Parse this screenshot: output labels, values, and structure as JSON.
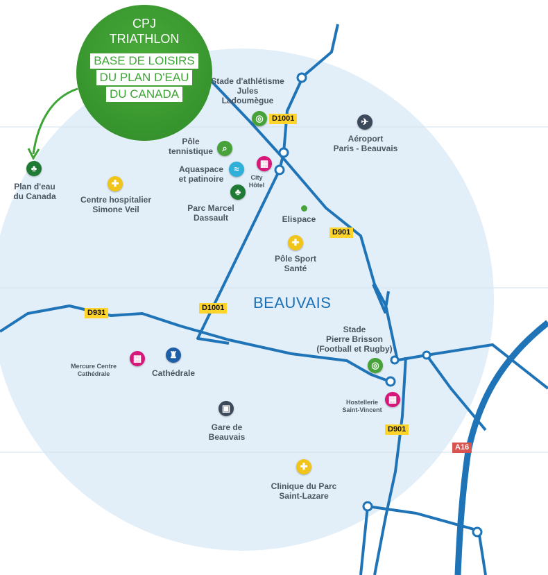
{
  "badge": {
    "line1": "CPJ",
    "line2": "TRIATHLON",
    "venue": [
      "BASE DE LOISIRS",
      "DU PLAN D'EAU",
      "DU CANADA"
    ]
  },
  "city": "BEAUVAIS",
  "roads": {
    "d1001_top": "D1001",
    "d1001_mid": "D1001",
    "d901_top": "D901",
    "d901_bottom": "D901",
    "d931": "D931",
    "a16": "A16"
  },
  "places": {
    "plan_eau": "Plan d'eau\ndu Canada",
    "stade_athle": "Stade d'athlétisme\nJules\nLadoumègue",
    "aeroport": "Aéroport\nParis - Beauvais",
    "pole_tennis": "Pôle\ntennistique",
    "aquaspace": "Aquaspace\net patinoire",
    "city_hotel": "City\nHôtel",
    "parc_marcel": "Parc Marcel\nDassault",
    "hopital": "Centre hospitalier\nSimone Veil",
    "elispace": "Elispace",
    "pole_sport": "Pôle Sport\nSanté",
    "stade_brisson": "Stade\nPierre Brisson\n(Football et Rugby)",
    "mercure": "Mercure Centre\nCathédrale",
    "cathedrale": "Cathédrale",
    "hostellerie": "Hostellerie\nSaint-Vincent",
    "gare": "Gare de\nBeauvais",
    "clinique": "Clinique du Parc\nSaint-Lazare"
  },
  "colors": {
    "road": "#1f74b8",
    "area": "#e2eef8",
    "health": "#f0c419",
    "sport": "#47a23a",
    "hotel": "#d6187a",
    "park": "#1f7a34"
  }
}
